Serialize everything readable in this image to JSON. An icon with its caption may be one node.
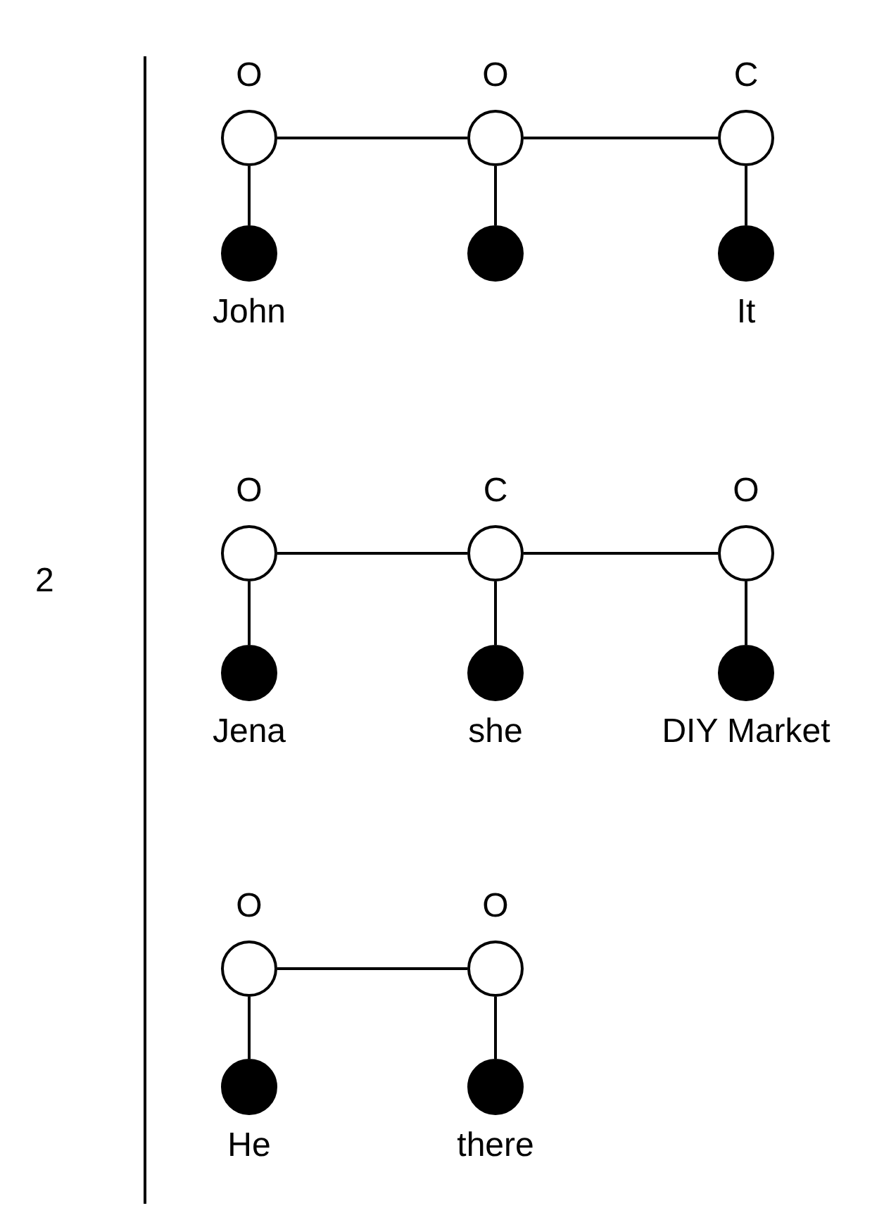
{
  "diagram": {
    "nodes": [
      {
        "text": [
          "O"
        ]
      },
      {
        "text": [
          "O"
        ]
      },
      {
        "text": [
          "C"
        ]
      },
      {
        "text": [
          "John"
        ]
      },
      {
        "text": [],
        "shape": "circle"
      },
      {
        "text": [
          "It"
        ]
      },
      {
        "text": [
          "O"
        ]
      },
      {
        "text": [
          "C"
        ]
      },
      {
        "text": [
          "O"
        ]
      },
      {
        "text": [
          "Jena"
        ]
      },
      {
        "text": [
          "she"
        ]
      },
      {
        "text": [
          "DIY Market"
        ]
      },
      {
        "text": [
          "O"
        ]
      },
      {
        "text": [
          "O"
        ]
      },
      {
        "text": [
          "He"
        ]
      },
      {
        "text": [
          "there"
        ]
      }
    ],
    "edges": [
      {
        "from": 0,
        "to": 1,
        "arrow": "none"
      },
      {
        "from": 1,
        "to": 2,
        "arrow": "none"
      },
      {
        "from": 0,
        "to": 3,
        "arrow": "none"
      },
      {
        "from": 1,
        "to": 4,
        "arrow": "none"
      },
      {
        "from": 2,
        "to": 5,
        "arrow": "none"
      },
      {
        "from": 6,
        "to": 7,
        "arrow": "none"
      },
      {
        "from": 7,
        "to": 8,
        "arrow": "none"
      },
      {
        "from": 6,
        "to": 9,
        "arrow": "none"
      },
      {
        "from": 7,
        "to": 10,
        "arrow": "none"
      },
      {
        "from": 8,
        "to": 11,
        "arrow": "none"
      },
      {
        "from": 12,
        "to": 13,
        "arrow": "none"
      },
      {
        "from": 12,
        "to": 14,
        "arrow": "none"
      },
      {
        "from": 13,
        "to": 15,
        "arrow": "none"
      }
    ],
    "labels": [
      "2"
    ]
  }
}
